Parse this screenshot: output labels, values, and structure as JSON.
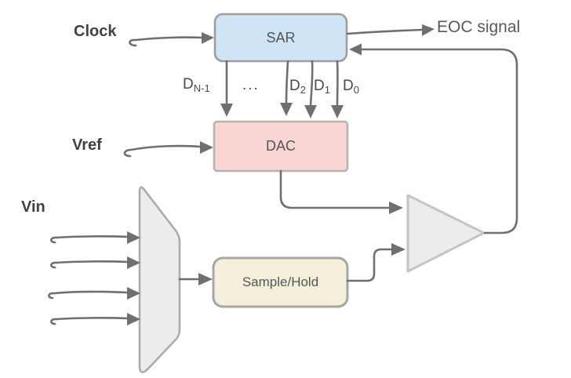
{
  "labels": {
    "clock": "Clock",
    "vref": "Vref",
    "vin": "Vin",
    "eoc_signal": "EOC signal"
  },
  "blocks": {
    "sar": "SAR",
    "dac": "DAC",
    "sample_hold": "Sample/Hold"
  },
  "bits": {
    "msb": {
      "main": "D",
      "sub": "N-1"
    },
    "ellipsis": "...",
    "d2": {
      "main": "D",
      "sub": "2"
    },
    "d1": {
      "main": "D",
      "sub": "1"
    },
    "d0": {
      "main": "D",
      "sub": "0"
    }
  },
  "colors": {
    "wire": "#6f6f6f",
    "sar_fill": "#cfe4f5",
    "dac_fill": "#f9d5d3",
    "sample_hold_fill": "#f4efda",
    "mux_fill": "#ececec",
    "comparator_fill": "#ececec",
    "block_border": "#9e9e9e",
    "text": "#555555"
  }
}
